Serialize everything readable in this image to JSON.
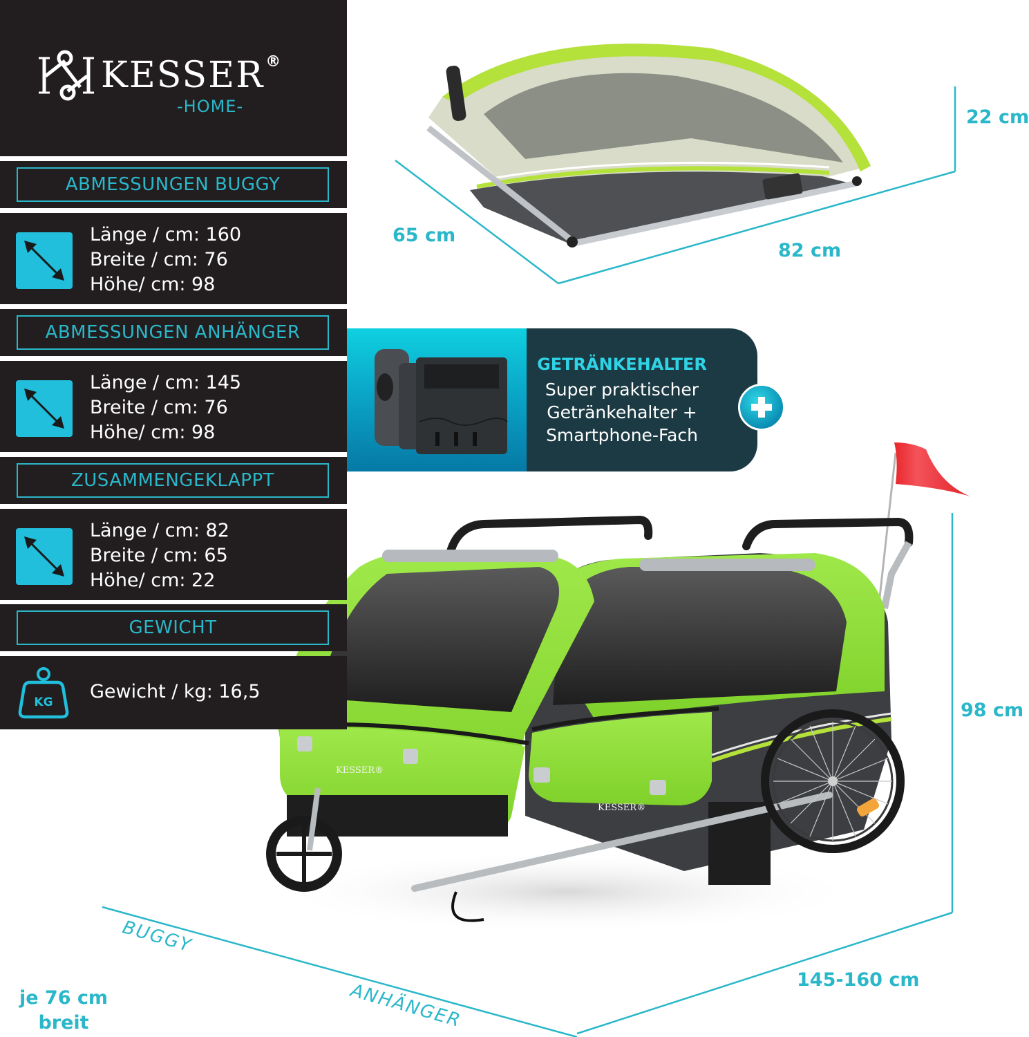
{
  "brand": {
    "name": "KESSER",
    "registered": "®",
    "subline": "-HOME-",
    "accent_color": "#2ab7c9"
  },
  "specs": [
    {
      "heading": "ABMESSUNGEN BUGGY",
      "icon": "diagonal-arrows-icon",
      "lines": [
        "Länge / cm: 160",
        "Breite / cm: 76",
        "Höhe/ cm: 98"
      ]
    },
    {
      "heading": "ABMESSUNGEN ANHÄNGER",
      "icon": "diagonal-arrows-icon",
      "lines": [
        "Länge / cm: 145",
        "Breite / cm: 76",
        "Höhe/ cm: 98"
      ]
    },
    {
      "heading": "ZUSAMMENGEKLAPPT",
      "icon": "diagonal-arrows-icon",
      "lines": [
        "Länge / cm: 82",
        "Breite / cm: 65",
        "Höhe/ cm: 22"
      ]
    },
    {
      "heading": "GEWICHT",
      "icon": "kg-weight-icon",
      "icon_text": "KG",
      "lines": [
        "Gewicht / kg: 16,5"
      ]
    }
  ],
  "cup_holder": {
    "title": "GETRÄNKEHALTER",
    "description": [
      "Super praktischer",
      "Getränkehalter +",
      "Smartphone-Fach"
    ],
    "icon": "plus-icon"
  },
  "folded_dimensions": {
    "height": "22 cm",
    "depth": "65 cm",
    "length": "82 cm"
  },
  "assembled_dimensions": {
    "height": "98 cm",
    "length": "145-160 cm",
    "width_note_line1": "je 76 cm",
    "width_note_line2": "breit",
    "axis_label_buggy": "BUGGY",
    "axis_label_trailer": "ANHÄNGER"
  },
  "product_badge": {
    "brand": "KESSER®"
  }
}
